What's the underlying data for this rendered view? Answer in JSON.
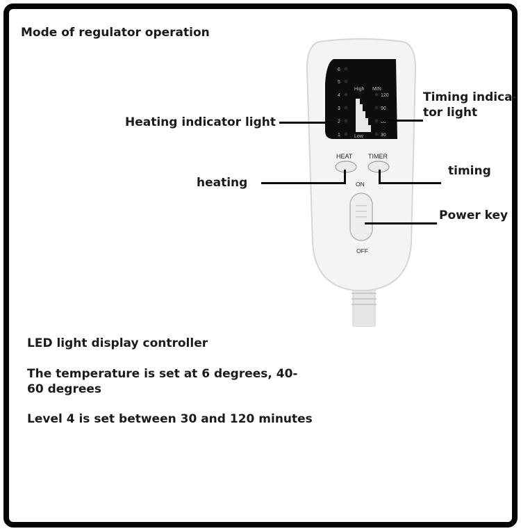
{
  "title": "Mode of regulator operation",
  "callouts": {
    "heating_indicator": "Heating indicator light",
    "timing_indicator_line1": "Timing indica-",
    "timing_indicator_line2": "tor light",
    "heating": "heating",
    "timing": "timing",
    "power_key": "Power key"
  },
  "device": {
    "heat_levels": [
      "6",
      "5",
      "4",
      "3",
      "2",
      "1"
    ],
    "high_label": "High",
    "low_label": "Low",
    "min_label": "MIN",
    "timer_values": [
      "120",
      "90",
      "60",
      "30"
    ],
    "heat_button": "HEAT",
    "timer_button": "TIMER",
    "on_label": "ON",
    "off_label": "OFF"
  },
  "info": {
    "line1": "LED light display controller",
    "line2": "The temperature is set at 6 degrees, 40-60 degrees",
    "line3": "Level 4 is set between 30 and 120 minutes"
  },
  "colors": {
    "frame": "#050505",
    "remote_body": "#f4f4f4",
    "display": "#0d0d0d"
  }
}
